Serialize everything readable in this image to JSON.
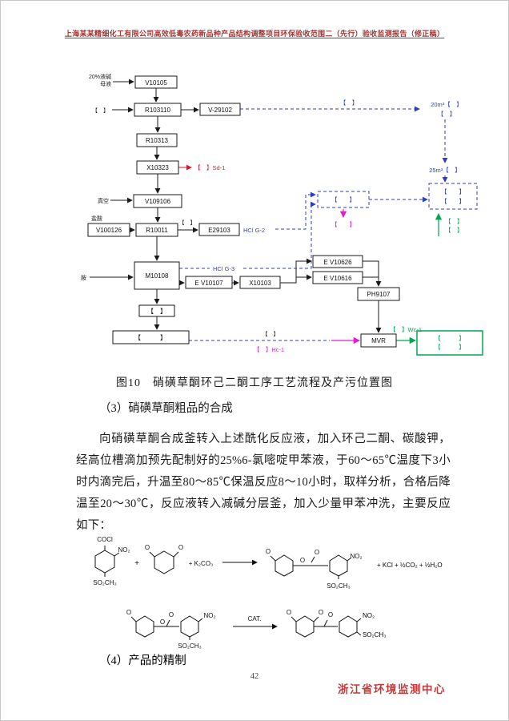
{
  "page": {
    "header_title": "上海某某精细化工有限公司高效低毒农药新品种产品结构调整项目环保验收范围二（先行）验收监测报告（修正稿）",
    "page_number": "42",
    "footer_org": "浙江省环境监测中心"
  },
  "flowchart": {
    "caption": "图10　硝磺草酮环己二酮工序工艺流程及产污位置图",
    "feeds": {
      "feed_top1": "20%液碱",
      "feed_top2": "母液",
      "feed_mid": "【　】",
      "vacuum": "真空",
      "acid": "盐酸",
      "amine": "胺"
    },
    "boxes": {
      "v10105": "V10105",
      "r103110": "R103110",
      "v29102": "V-29102",
      "r10313": "R10313",
      "x10323": "X10323",
      "v109106": "V109106",
      "v100126": "V100126",
      "r10011": "R10011",
      "e29103": "E29103",
      "m10108": "M10108",
      "ev10107": "E V10107",
      "x10103": "X10103",
      "ev10626": "E V10626",
      "ev10616": "E V10616",
      "ph9107": "PH9107",
      "mvr": "MVR",
      "sep_small": "【　】",
      "tank_wide": "【　　　】",
      "scrubber": "【　　】",
      "right1": "【　　】",
      "right2": "【　　】",
      "out1": "【　　　】",
      "out2": "【　　　】"
    },
    "streams": {
      "reuse_label": "【　】",
      "reuse_dest1": "20m³【　】",
      "reuse_dest2": "【　】",
      "pool25": "25m³【　】",
      "sd1": "【　】Sd-1",
      "offgas": "【　】",
      "hcl_g2": "HCl G-2",
      "hcl_g3": "HCl G-3",
      "stack": "【　　】",
      "green1": "【　】",
      "green2": "【　】",
      "wastewater": "【　】",
      "hc1": "【　】Hc-1",
      "wc1": "【　】Wc-1"
    }
  },
  "body": {
    "sec3_title": "（3）硝磺草酮粗品的合成",
    "para": "向硝磺草酮合成釜转入上述酰化反应液，加入环己二酮、碳酸钾，经高位槽滴加预先配制好的25%6-氯嘧啶甲苯液，于60～65℃温度下3小时内滴完后，升温至80～85℃保温反应8～10小时，取样分析，合格后降温至20～30℃，反应液转入减碱分层釜，加入少量甲苯冲洗，主要反应如下：",
    "sec4_title": "（4）产品的精制"
  },
  "scheme1": {
    "cocl": "COCl",
    "no2": "NO₂",
    "so2ch3": "SO₂CH₃",
    "plus": "+",
    "o": "O",
    "k2co3": "+ K₂CO₃",
    "byproducts": "+ KCl + ½CO₂ + ½H₂O"
  },
  "scheme2": {
    "o": "O",
    "no2": "NO₂",
    "so2ch3": "SO₂CH₃",
    "cat": "CAT."
  }
}
